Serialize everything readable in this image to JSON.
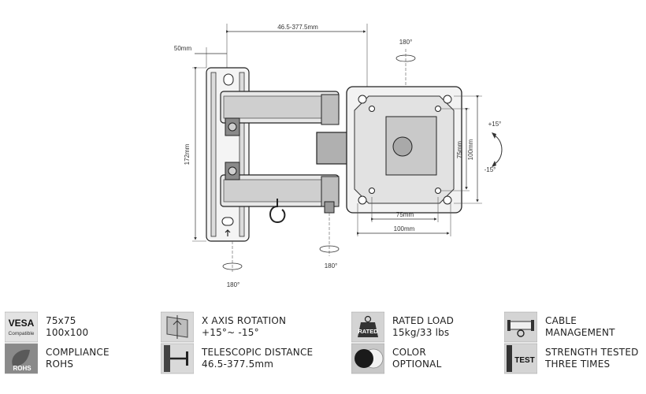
{
  "diagram": {
    "dims": {
      "arm_reach": "46.5-377.5mm",
      "wall_width": "50mm",
      "wall_height": "172mm",
      "vesa_h_inner": "75mm",
      "vesa_h_outer": "100mm",
      "vesa_v_inner": "75mm",
      "vesa_v_outer": "100mm",
      "rot_top": "180°",
      "rot_bottom_left": "180°",
      "rot_bottom_mid": "180°",
      "tilt_up": "+15°",
      "tilt_down": "-15°"
    }
  },
  "specs": [
    {
      "icon": "vesa-compatible-icon",
      "line1": "75x75",
      "line2": "100x100",
      "icon_text": "VESA",
      "icon_sub": "Compatible"
    },
    {
      "icon": "x-axis-rotation-icon",
      "line1": "X AXIS ROTATION",
      "line2": "+15°~ -15°"
    },
    {
      "icon": "rated-load-icon",
      "line1": "RATED LOAD",
      "line2": "15kg/33 lbs",
      "icon_text": "RATED"
    },
    {
      "icon": "cable-management-icon",
      "line1": "CABLE",
      "line2": "MANAGEMENT"
    },
    {
      "icon": "rohs-icon",
      "line1": "COMPLIANCE",
      "line2": "ROHS",
      "icon_text": "ROHS"
    },
    {
      "icon": "telescopic-distance-icon",
      "line1": "TELESCOPIC DISTANCE",
      "line2": "46.5-377.5mm"
    },
    {
      "icon": "color-optional-icon",
      "line1": "COLOR",
      "line2": "OPTIONAL"
    },
    {
      "icon": "strength-test-icon",
      "line1": "STRENGTH TESTED",
      "line2": "THREE TIMES",
      "icon_text": "TEST"
    }
  ]
}
